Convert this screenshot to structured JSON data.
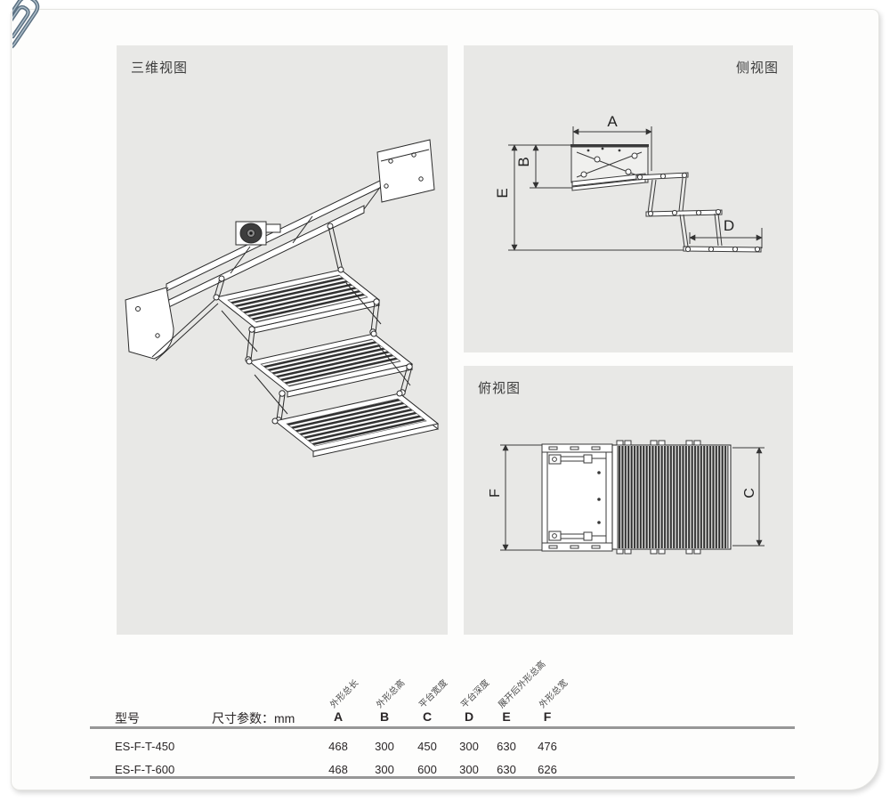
{
  "panels": {
    "view3d": {
      "title": "三维视图"
    },
    "side": {
      "title": "侧视图",
      "dim_a": "A",
      "dim_b": "B",
      "dim_d": "D",
      "dim_e": "E"
    },
    "top": {
      "title": "俯视图",
      "dim_c": "C",
      "dim_f": "F"
    }
  },
  "table": {
    "model_header": "型号",
    "param_header": "尺寸参数：mm",
    "columns": [
      {
        "letter": "A",
        "label": "外形总长"
      },
      {
        "letter": "B",
        "label": "外形总高"
      },
      {
        "letter": "C",
        "label": "平台宽度"
      },
      {
        "letter": "D",
        "label": "平台深度"
      },
      {
        "letter": "E",
        "label": "展开后外形总高"
      },
      {
        "letter": "F",
        "label": "外形总宽"
      }
    ],
    "rows": [
      {
        "model": "ES-F-T-450",
        "values": [
          "468",
          "300",
          "450",
          "300",
          "630",
          "476"
        ]
      },
      {
        "model": "ES-F-T-600",
        "values": [
          "468",
          "300",
          "600",
          "300",
          "630",
          "626"
        ]
      }
    ]
  },
  "colors": {
    "panel_bg": "#e8e8e6",
    "drawing_line": "#2b2b2b",
    "table_rule": "#979797"
  }
}
